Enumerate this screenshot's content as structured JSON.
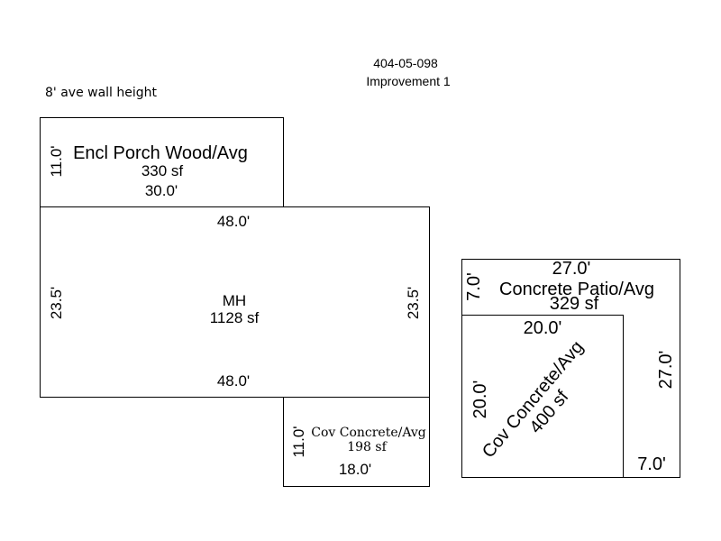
{
  "header": {
    "parcel": "404-05-098",
    "improvement": "Improvement 1",
    "wall_height": "8' ave wall height"
  },
  "porch": {
    "name": "Encl Porch Wood/Avg",
    "area": "330 sf",
    "width": "30.0'",
    "depth": "11.0'"
  },
  "mh": {
    "name": "MH",
    "area": "1128 sf",
    "top": "48.0'",
    "bottom": "48.0'",
    "left": "23.5'",
    "right": "23.5'"
  },
  "cov_small": {
    "name": "Cov Concrete/Avg",
    "area": "198 sf",
    "depth": "11.0'",
    "width": "18.0'"
  },
  "patio": {
    "name": "Concrete Patio/Avg",
    "area": "329 sf",
    "top": "27.0'",
    "left": "7.0'",
    "right": "27.0'",
    "bottom": "7.0'"
  },
  "cov_large": {
    "name": "Cov Concrete/Avg",
    "area": "400 sf",
    "top": "20.0'",
    "left": "20.0'"
  }
}
